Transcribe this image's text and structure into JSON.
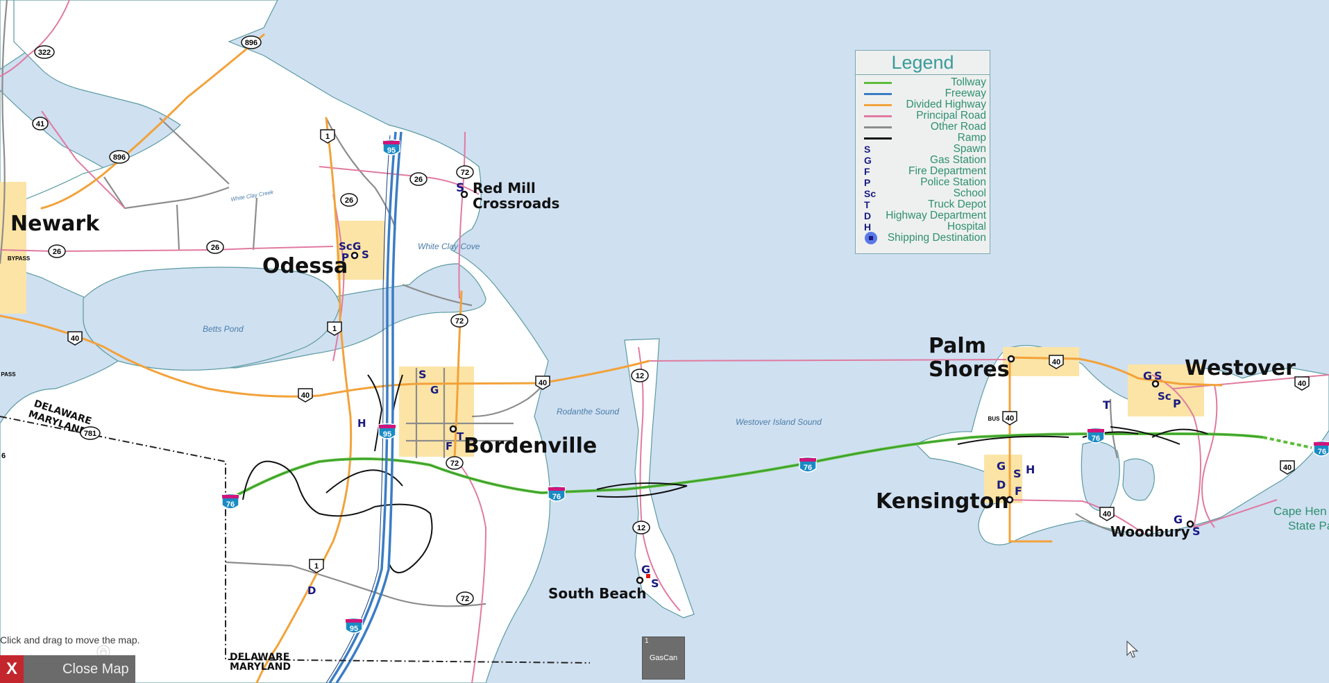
{
  "colors": {
    "water": "#cfe0f1",
    "land": "#ffffff",
    "tollway": "#5bbd3a",
    "freeway": "#3a7cc4",
    "divided_highway": "#f2a23a",
    "principal_road": "#e07aa0",
    "other_road": "#8c8c8c",
    "ramp": "#111111",
    "town": "#fbe4a6",
    "legend_text": "#2f8f6f"
  },
  "places": {
    "newark": "Newark",
    "odessa": "Odessa",
    "red_mill_1": "Red Mill",
    "red_mill_2": "Crossroads",
    "bordenville": "Bordenville",
    "palm_shores_1": "Palm",
    "palm_shores_2": "Shores",
    "westover": "Westover",
    "kensington": "Kensington",
    "woodbury": "Woodbury",
    "south_beach": "South Beach",
    "cape_hen_1": "Cape Hen",
    "cape_hen_2": "State Pa"
  },
  "water": {
    "white_clay_cove": "White Clay Cove",
    "white_clay_creek": "White Clay Creek",
    "betts_pond": "Betts Pond",
    "rodanthe_sound": "Rodanthe Sound",
    "westover_sound": "Westover Island Sound"
  },
  "state_labels": {
    "de_1": "DELAWARE",
    "md_1": "MARYLAND",
    "de_2": "DELAWARE",
    "md_2": "MARYLAND"
  },
  "shields": {
    "s896a": "896",
    "s322": "322",
    "s41": "41",
    "s896b": "896",
    "s26a": "26",
    "s26b": "26",
    "s26c": "26",
    "s26d": "26",
    "s1a": "1",
    "s1b": "1",
    "s1c": "1",
    "s72a": "72",
    "s72b": "72",
    "s72c": "72",
    "s72d": "72",
    "s40a": "40",
    "s40b": "40",
    "s40c": "40",
    "s40d": "40",
    "s40e": "40",
    "s40bus1": "40",
    "s40bus2": "40",
    "s40bus3": "40",
    "s12a": "12",
    "s12b": "12",
    "s781": "781",
    "s6": "6",
    "i95a": "95",
    "i95b": "95",
    "i95c": "95",
    "i76a": "76",
    "i76b": "76",
    "i76c": "76",
    "i76d": "76",
    "i76e": "76",
    "bus": "BUS",
    "bypass1": "BYPASS",
    "bypass2": "PASS"
  },
  "poi": {
    "red_mill_s": "S",
    "odessa_sc": "Sc",
    "odessa_g": "G",
    "odessa_p": "P",
    "odessa_s": "S",
    "bord_s": "S",
    "bord_g": "G",
    "bord_f": "F",
    "bord_t": "T",
    "h_west": "H",
    "d_south": "D",
    "sb_g": "G",
    "sb_s": "S",
    "westover_g": "G",
    "westover_s": "S",
    "westover_sc": "Sc",
    "westover_p": "P",
    "t_east": "T",
    "kens_g": "G",
    "kens_s": "S",
    "kens_h": "H",
    "kens_d": "D",
    "kens_f": "F",
    "wood_g": "G",
    "wood_s": "S"
  },
  "legend": {
    "title": "Legend",
    "items": [
      {
        "kind": "line",
        "color": "#5bbd3a",
        "label": "Tollway"
      },
      {
        "kind": "line",
        "color": "#3a7cc4",
        "label": "Freeway"
      },
      {
        "kind": "line",
        "color": "#f2a23a",
        "label": "Divided Highway"
      },
      {
        "kind": "line",
        "color": "#e07aa0",
        "label": "Principal Road"
      },
      {
        "kind": "line",
        "color": "#8c8c8c",
        "label": "Other Road"
      },
      {
        "kind": "line",
        "color": "#111111",
        "label": "Ramp"
      },
      {
        "kind": "code",
        "code": "S",
        "label": "Spawn"
      },
      {
        "kind": "code",
        "code": "G",
        "label": "Gas Station"
      },
      {
        "kind": "code",
        "code": "F",
        "label": "Fire Department"
      },
      {
        "kind": "code",
        "code": "P",
        "label": "Police Station"
      },
      {
        "kind": "code",
        "code": "Sc",
        "label": "School"
      },
      {
        "kind": "code",
        "code": "T",
        "label": "Truck Depot"
      },
      {
        "kind": "code",
        "code": "D",
        "label": "Highway Department"
      },
      {
        "kind": "code",
        "code": "H",
        "label": "Hospital"
      },
      {
        "kind": "dot",
        "label": "Shipping Destination"
      }
    ]
  },
  "ui": {
    "hint": "Click and drag to move the map.",
    "close_x": "X",
    "close_label": "Close Map",
    "gascan_num": "1",
    "gascan_name": "GasCan"
  }
}
